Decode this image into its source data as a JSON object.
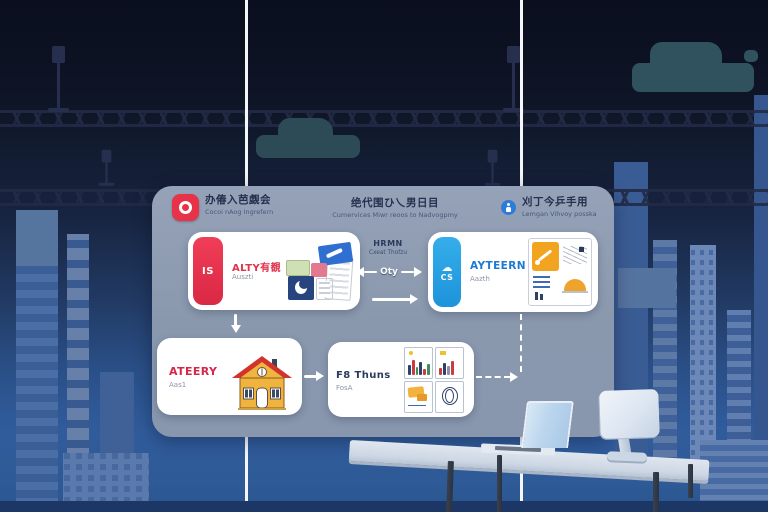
{
  "panel": {
    "bg_color": "#8a98ae",
    "headers": [
      {
        "icon": "target-icon",
        "icon_color": "#e63349",
        "title": "办偆入芭觑会",
        "subtitle": "Cocoi nAog Ingrefern"
      },
      {
        "title": "绝代围ひ乀男日目",
        "subtitle": "Cumervices Miwr reoos to Nadvogpmy"
      },
      {
        "icon": "person-icon",
        "icon_color": "#2e7cd9",
        "title": "刈丁今乒手用",
        "subtitle": "Lemgan Vihvoy posska"
      }
    ],
    "boxes": {
      "top_left": {
        "tab": "IS",
        "tab_color": "#e8344e",
        "title": "ALTY有覩",
        "title_color": "#e23149",
        "subtitle": "Auszti",
        "thumbnail": "document-stack"
      },
      "top_right": {
        "tab": "CS",
        "tab_icon": "cloud-icon",
        "tab_color": "#29a8e0",
        "title": "AYTEERN",
        "title_color": "#1d7ad2",
        "subtitle": "Aazth",
        "thumbnail": "sketch-card"
      },
      "bottom_left": {
        "title": "ATEERY",
        "title_color": "#d6274b",
        "subtitle": "Aas1",
        "thumbnail": "house"
      },
      "bottom_middle": {
        "title": "F8 Thuns",
        "title_color": "#2a3b5e",
        "subtitle": "FosA",
        "thumbnail": "charts-grid"
      }
    },
    "connectors": {
      "between_title": "HRMN",
      "between_subtitle": "Cxeat Thofzu",
      "arrow_label": "Oty"
    }
  },
  "background": {
    "elements": [
      "city-skyline",
      "truss-bridge-upper",
      "truss-bridge-lower",
      "streetlights",
      "car-center",
      "car-right",
      "white-guide-line-left",
      "white-guide-line-right"
    ],
    "accent_colors": {
      "sky_top": "#0a0e1e",
      "city_blue": "#3c5e97",
      "car_teal": "#2d4e59",
      "guide_line": "#f4f6fa"
    }
  },
  "foreground": {
    "elements": [
      "desk",
      "laptop",
      "monitor"
    ],
    "desk_color": "#cdd7e4",
    "laptop_screen_color": "#b5d2ec"
  }
}
